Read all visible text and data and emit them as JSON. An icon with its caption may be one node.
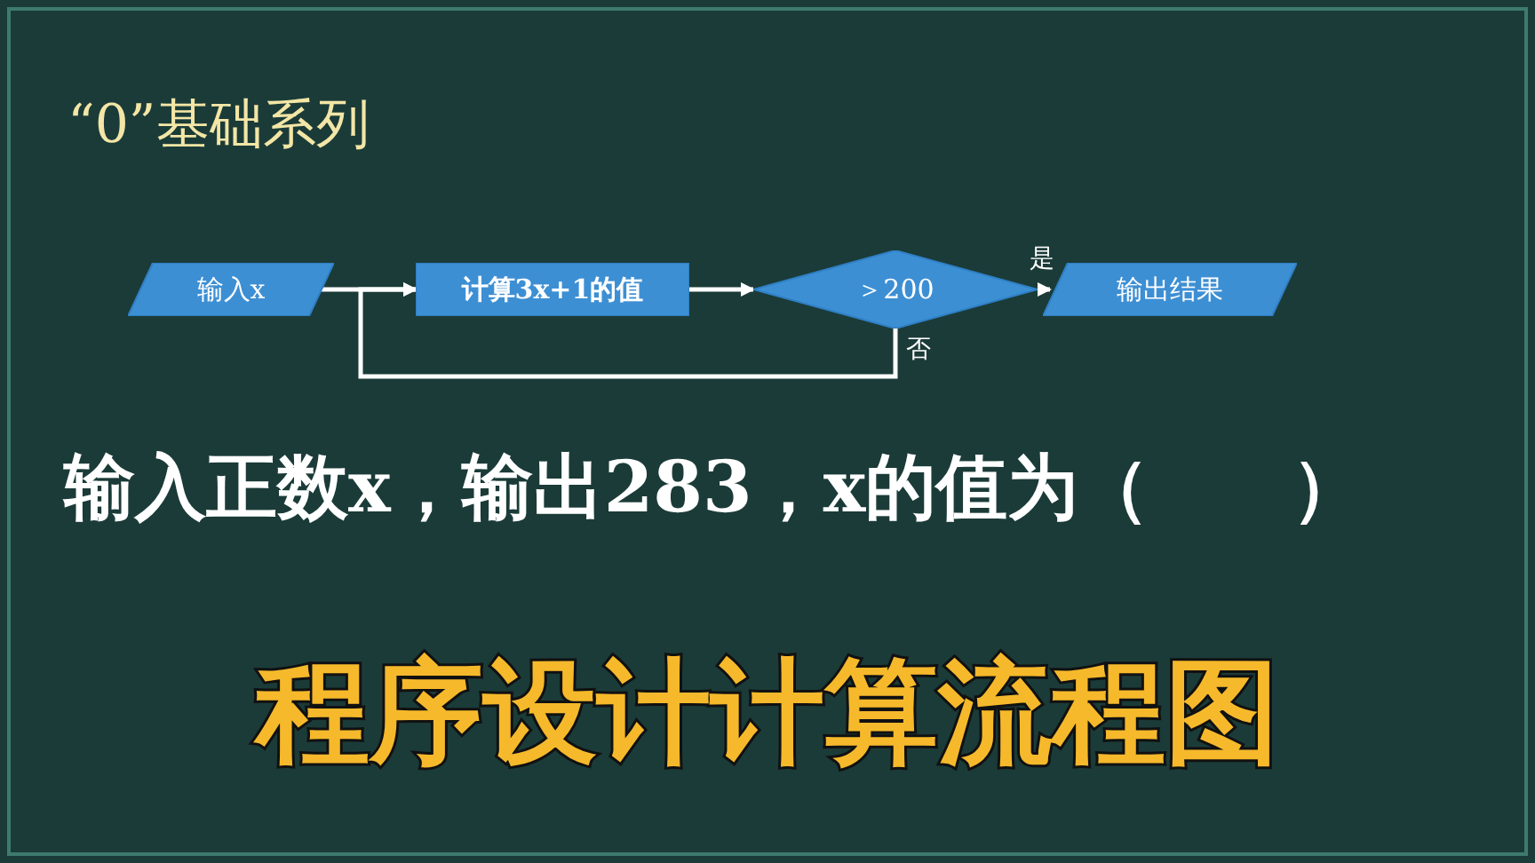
{
  "diagram": {
    "title": "“0”基础系列",
    "nodes": [
      {
        "text": [
          "输入x"
        ]
      },
      {
        "text": [
          "计算3x+1的值"
        ]
      },
      {
        "text": [
          "＞200"
        ]
      },
      {
        "text": [
          "输出结果"
        ]
      }
    ],
    "edges": [
      {
        "from": 0,
        "to": 1,
        "arrow": "to"
      },
      {
        "from": 1,
        "to": 2,
        "arrow": "to"
      },
      {
        "from": 2,
        "to": 3,
        "arrow": "to",
        "label": "是"
      },
      {
        "from": 2,
        "to": 1,
        "arrow": "to",
        "label": "否"
      }
    ],
    "labels": [
      "输入正数x，输出283，x的值为（　　）",
      "程序设计计算流程图"
    ]
  }
}
